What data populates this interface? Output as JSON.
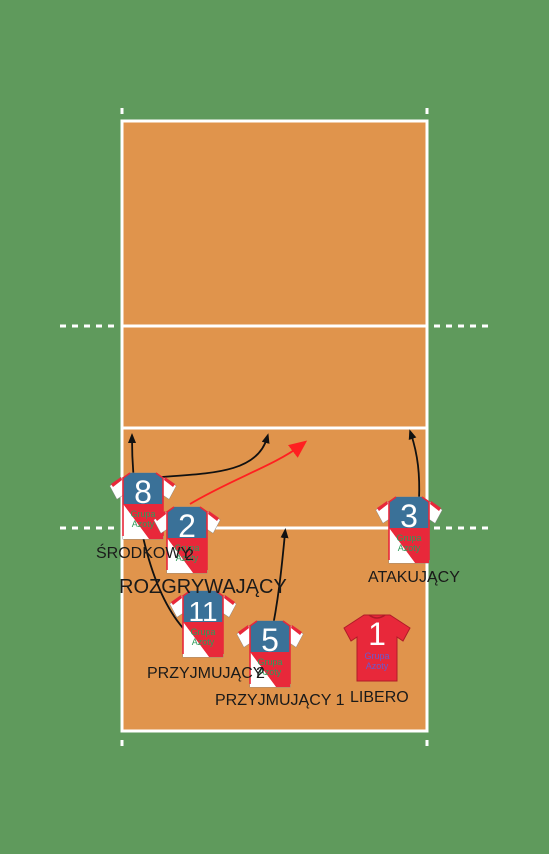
{
  "colors": {
    "background": "#5f9a5c",
    "court": "#e0944c",
    "lines": "#ffffff",
    "arrow": "#111111",
    "ball_arrow": "#ff2020",
    "jersey_blue": "#3a7198",
    "jersey_red": "#e8283a",
    "jersey_white": "#ffffff",
    "brand_green": "#2f9a5a",
    "libero_red": "#e8283a",
    "libero_text": "#6a5acd"
  },
  "players": [
    {
      "id": "p8",
      "number": "8",
      "brand": [
        "Grupa",
        "Azoty"
      ],
      "label": "ŚRODKOWY",
      "kind": "team"
    },
    {
      "id": "p2",
      "number": "2",
      "brand": [
        "Grupa",
        "Azoty"
      ],
      "label": "ROZGRYWAJĄCY",
      "kind": "team"
    },
    {
      "id": "p3",
      "number": "3",
      "brand": [
        "Grupa",
        "Azoty"
      ],
      "label": "ATAKUJĄCY",
      "kind": "team"
    },
    {
      "id": "p11",
      "number": "11",
      "brand": [
        "Grupa",
        "Azoty"
      ],
      "label": "PRZYJMUJĄCY",
      "kind": "team"
    },
    {
      "id": "p5",
      "number": "5",
      "brand": [
        "Grupa",
        "Azoty"
      ],
      "label": "PRZYJMUJĄCY 1",
      "kind": "team"
    },
    {
      "id": "p1",
      "number": "1",
      "brand": [
        "Grupa",
        "Azoty"
      ],
      "label": "LIBERO",
      "kind": "libero"
    }
  ],
  "suffix_marks": {
    "middle": "2",
    "outside": "2"
  }
}
